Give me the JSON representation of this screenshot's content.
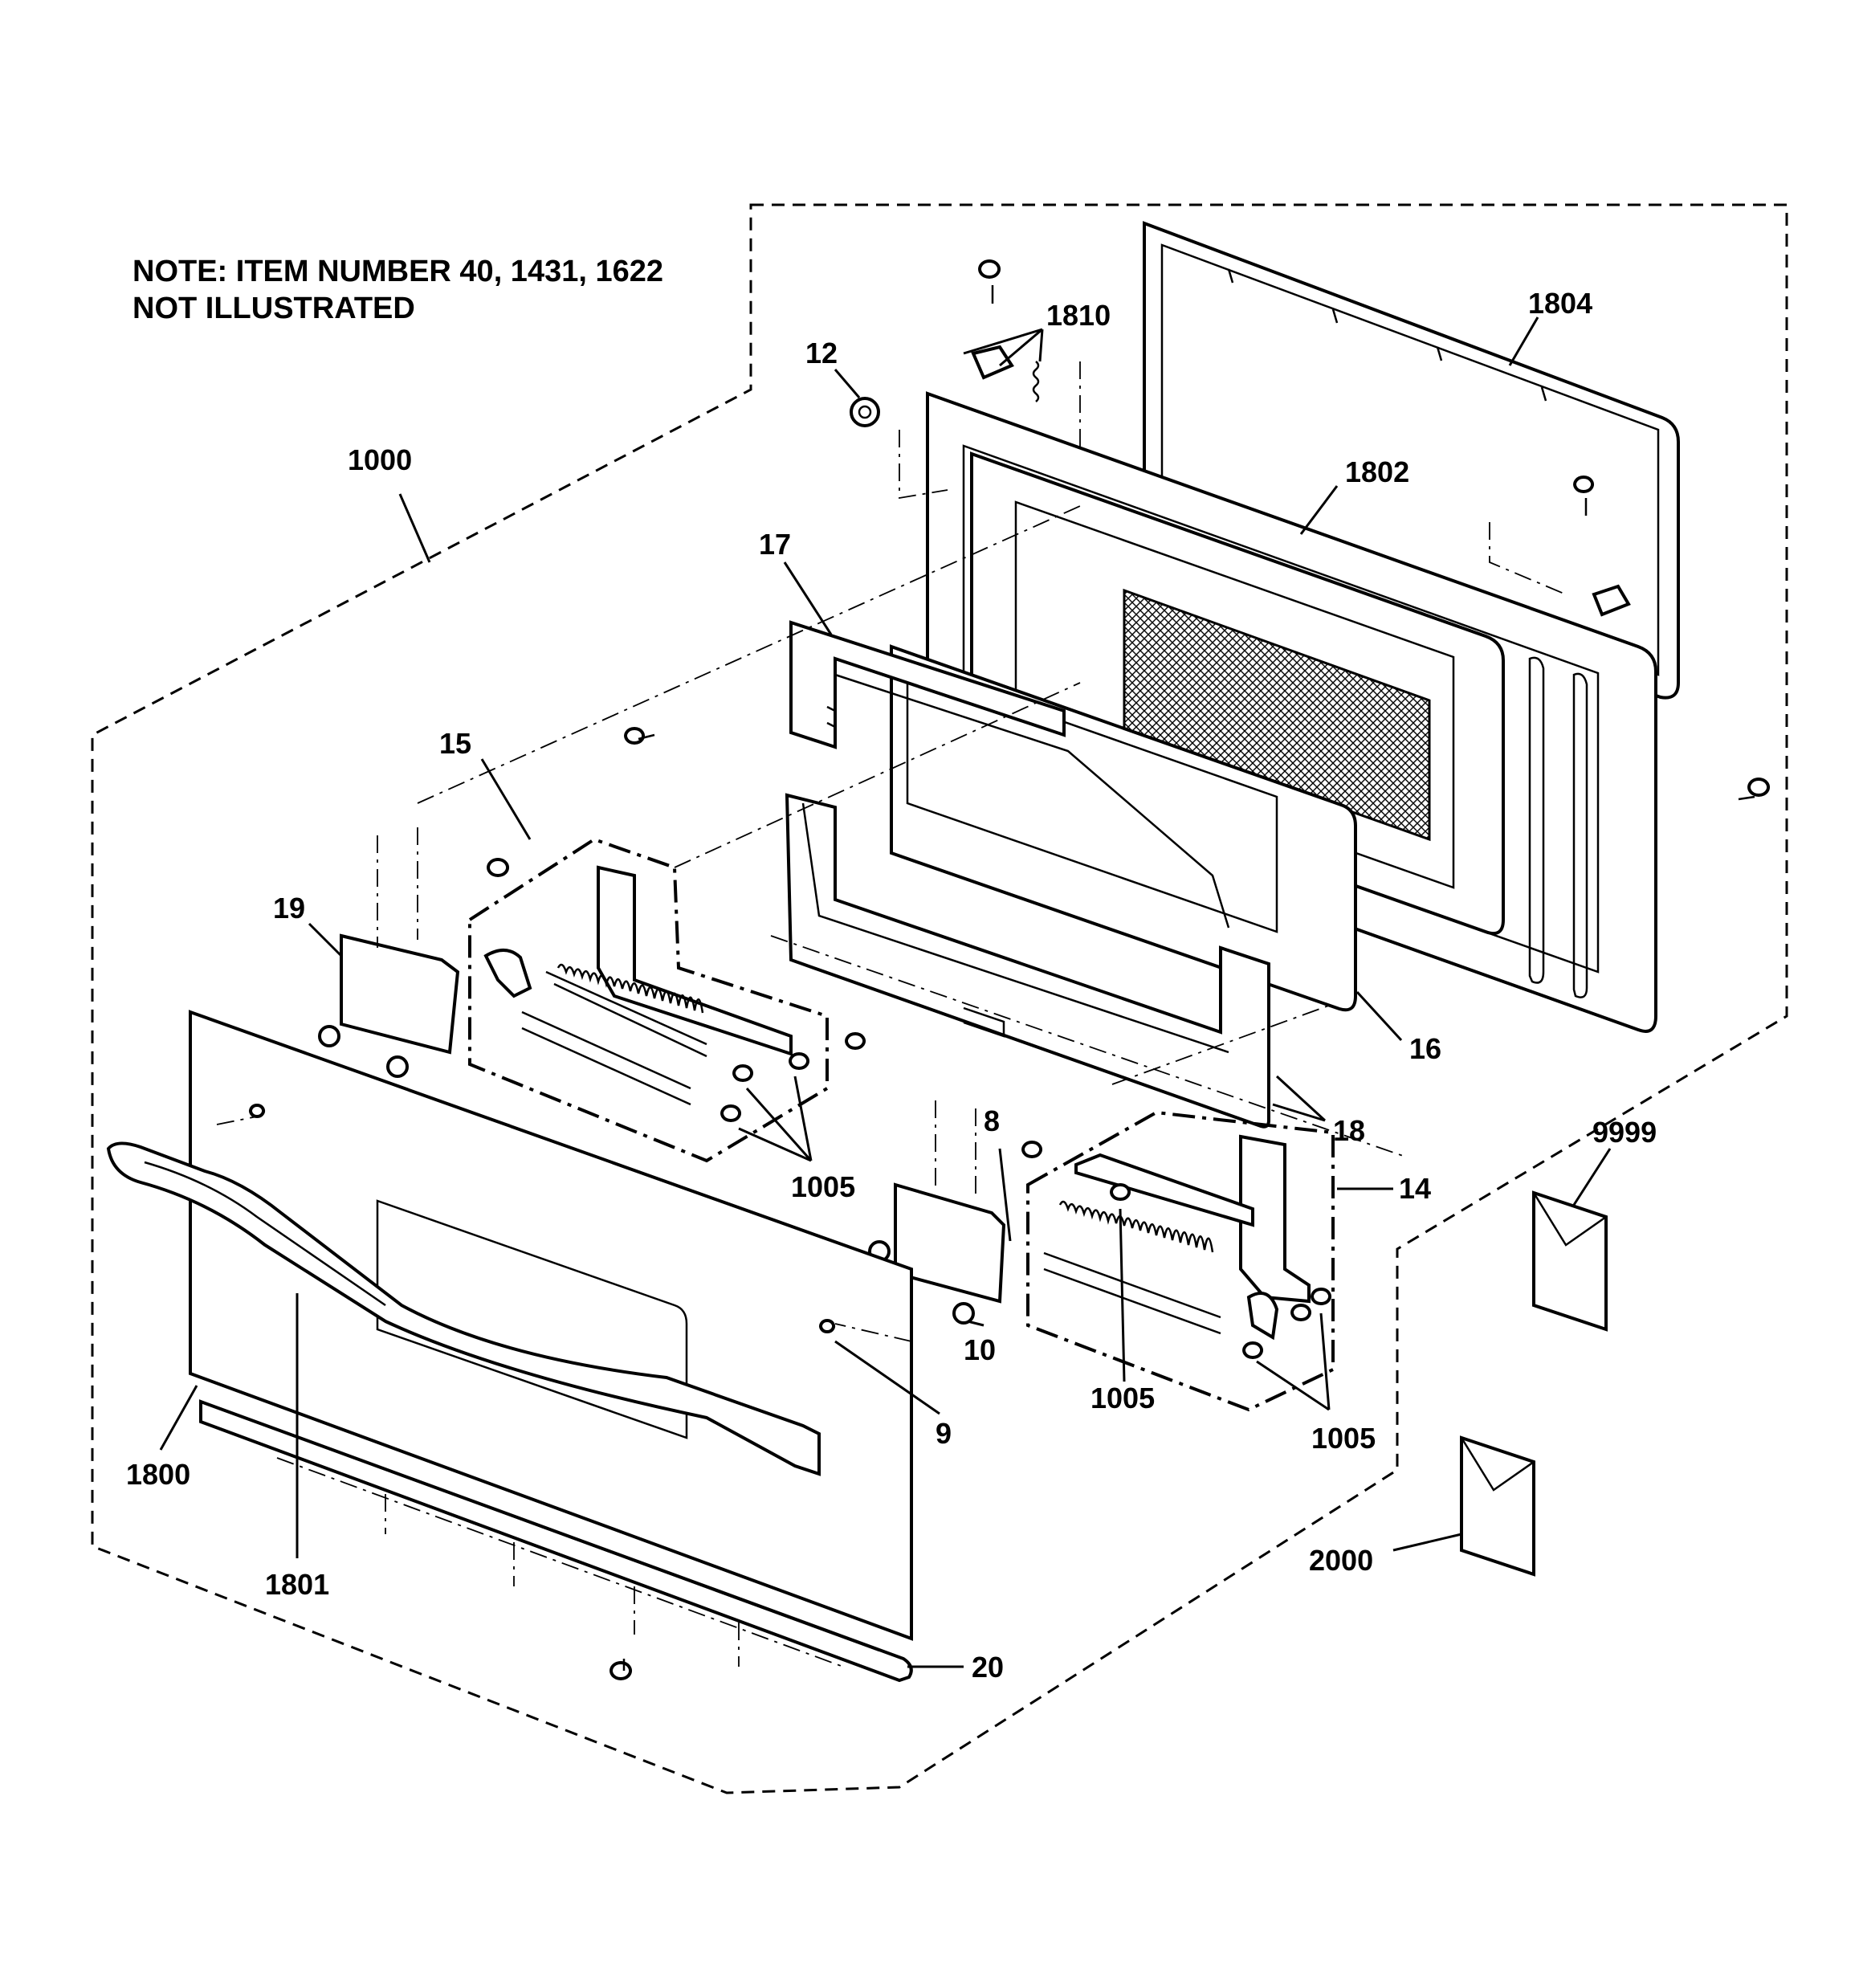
{
  "note": {
    "line1": "NOTE: ITEM NUMBER 40, 1431, 1622",
    "line2": "NOT ILLUSTRATED"
  },
  "callouts": {
    "c1000": "1000",
    "c12": "12",
    "c1810": "1810",
    "c1804": "1804",
    "c1802": "1802",
    "c17": "17",
    "c15": "15",
    "c19": "19",
    "c16": "16",
    "c18": "18",
    "c14": "14",
    "c9999": "9999",
    "c8": "8",
    "c10": "10",
    "c9": "9",
    "c1005a": "1005",
    "c1005b": "1005",
    "c1005c": "1005",
    "c1800": "1800",
    "c1801": "1801",
    "c2000": "2000",
    "c20": "20"
  }
}
